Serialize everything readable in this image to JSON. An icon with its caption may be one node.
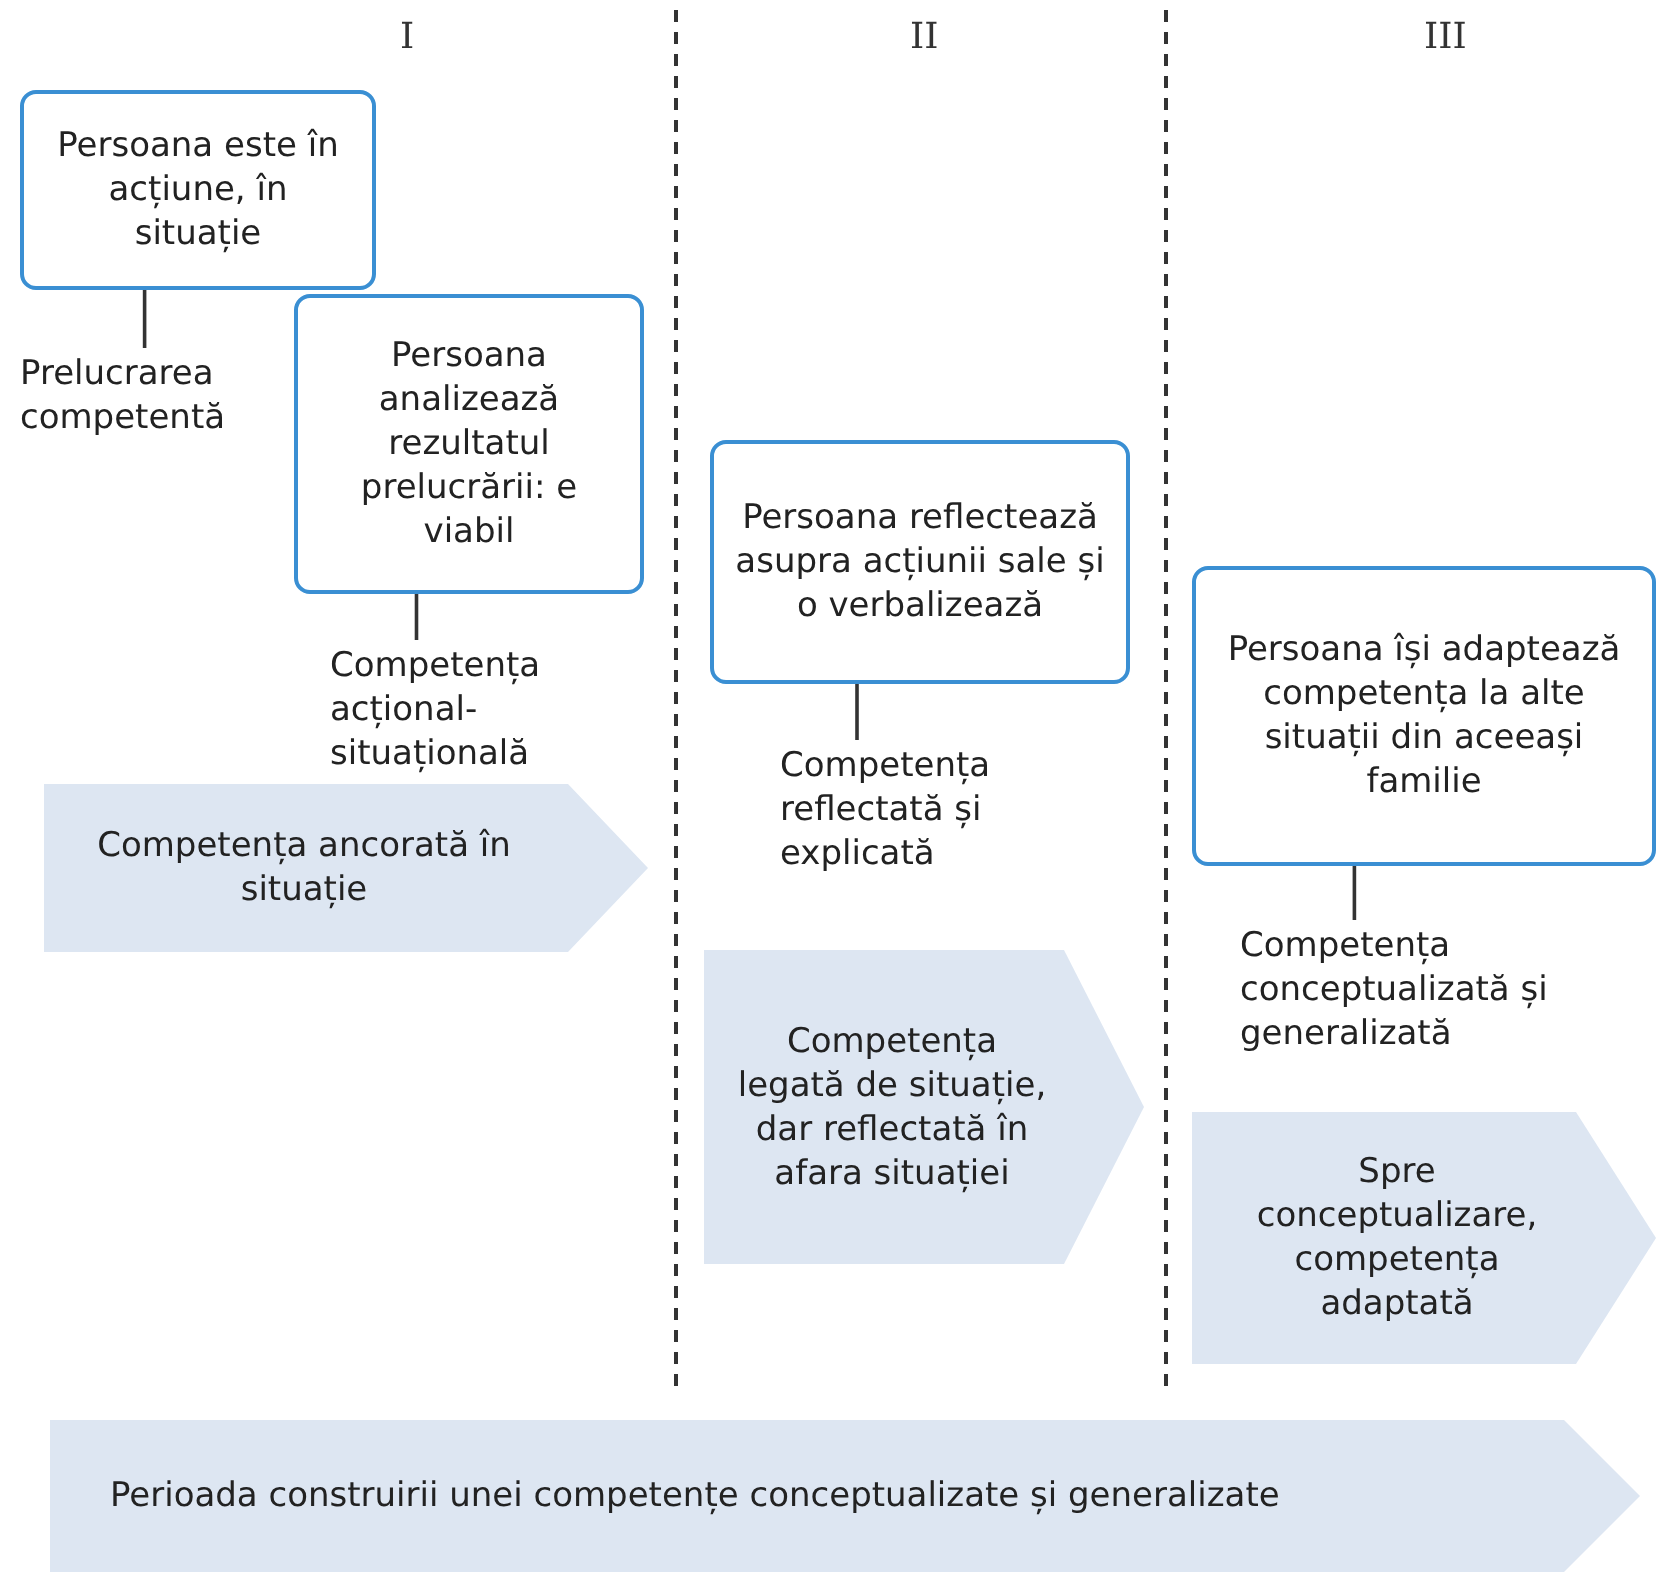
{
  "diagram": {
    "nodes": [
      {
        "text": [
          "Persoana este în acțiune, în situație"
        ]
      },
      {
        "text": [
          "Prelucrarea competentă"
        ]
      },
      {
        "text": [
          "Persoana analizează rezultatul prelucrării: e viabil"
        ]
      },
      {
        "text": [
          "Competența acțional-situațională"
        ]
      },
      {
        "text": [
          "Competența ancorată în situație"
        ]
      },
      {
        "text": [
          "Persoana reflectează asupra acțiunii sale și o verbalizează"
        ]
      },
      {
        "text": [
          "Competența reflectată și explicată"
        ]
      },
      {
        "text": [
          "Competența legată de situație, dar reflectată în afara situației"
        ]
      },
      {
        "text": [
          "Persoana își adaptează competența la alte situații din aceeași familie"
        ]
      },
      {
        "text": [
          "Competența conceptualizată și generalizată"
        ]
      },
      {
        "text": [
          "Spre conceptualizare, competența adaptată"
        ]
      },
      {
        "text": [
          "Perioada construirii unei competențe conceptualizate și generalizate"
        ]
      }
    ],
    "edges": [
      {
        "from": 0,
        "to": 1,
        "arrow": "none"
      },
      {
        "from": 2,
        "to": 3,
        "arrow": "none"
      },
      {
        "from": 5,
        "to": 6,
        "arrow": "none"
      },
      {
        "from": 8,
        "to": 9,
        "arrow": "none"
      }
    ],
    "labels": [
      "I",
      "II",
      "III"
    ]
  }
}
